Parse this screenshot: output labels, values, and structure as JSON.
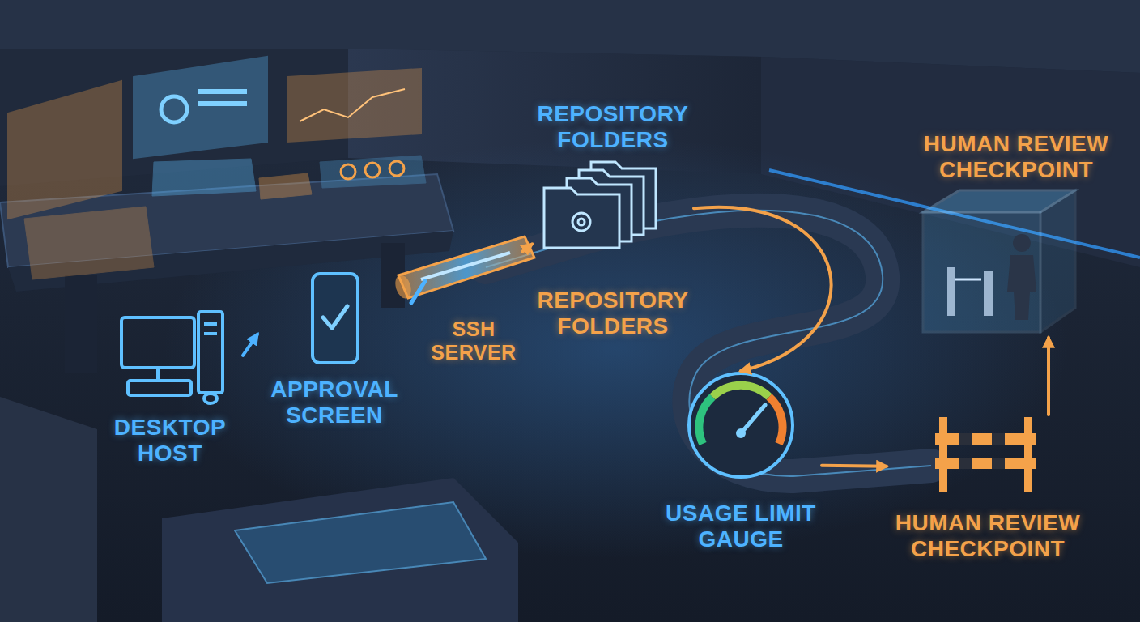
{
  "diagram": {
    "nodes": [
      {
        "text": [
          "DESKTOP HOST"
        ]
      },
      {
        "text": [
          "APPROVAL SCREEN"
        ]
      },
      {
        "text": [
          "SSH SERVER"
        ]
      },
      {
        "text": [
          "REPOSITORY FOLDERS",
          "REPOSITORY FOLDERS"
        ]
      },
      {
        "text": [
          "USAGE LIMIT GAUGE"
        ]
      },
      {
        "text": [
          "HUMAN REVIEW CHECKPOINT"
        ]
      },
      {
        "text": [
          "HUMAN REVIEW CHECKPOINT"
        ]
      }
    ],
    "edges": [
      {
        "from": 0,
        "to": 1,
        "arrow": "to"
      },
      {
        "from": 1,
        "to": 2,
        "arrow": "none"
      },
      {
        "from": 2,
        "to": 3,
        "arrow": "to"
      },
      {
        "from": 3,
        "to": 4,
        "arrow": "to"
      },
      {
        "from": 4,
        "to": 6,
        "arrow": "to"
      },
      {
        "from": 6,
        "to": 5,
        "arrow": "to"
      }
    ]
  }
}
